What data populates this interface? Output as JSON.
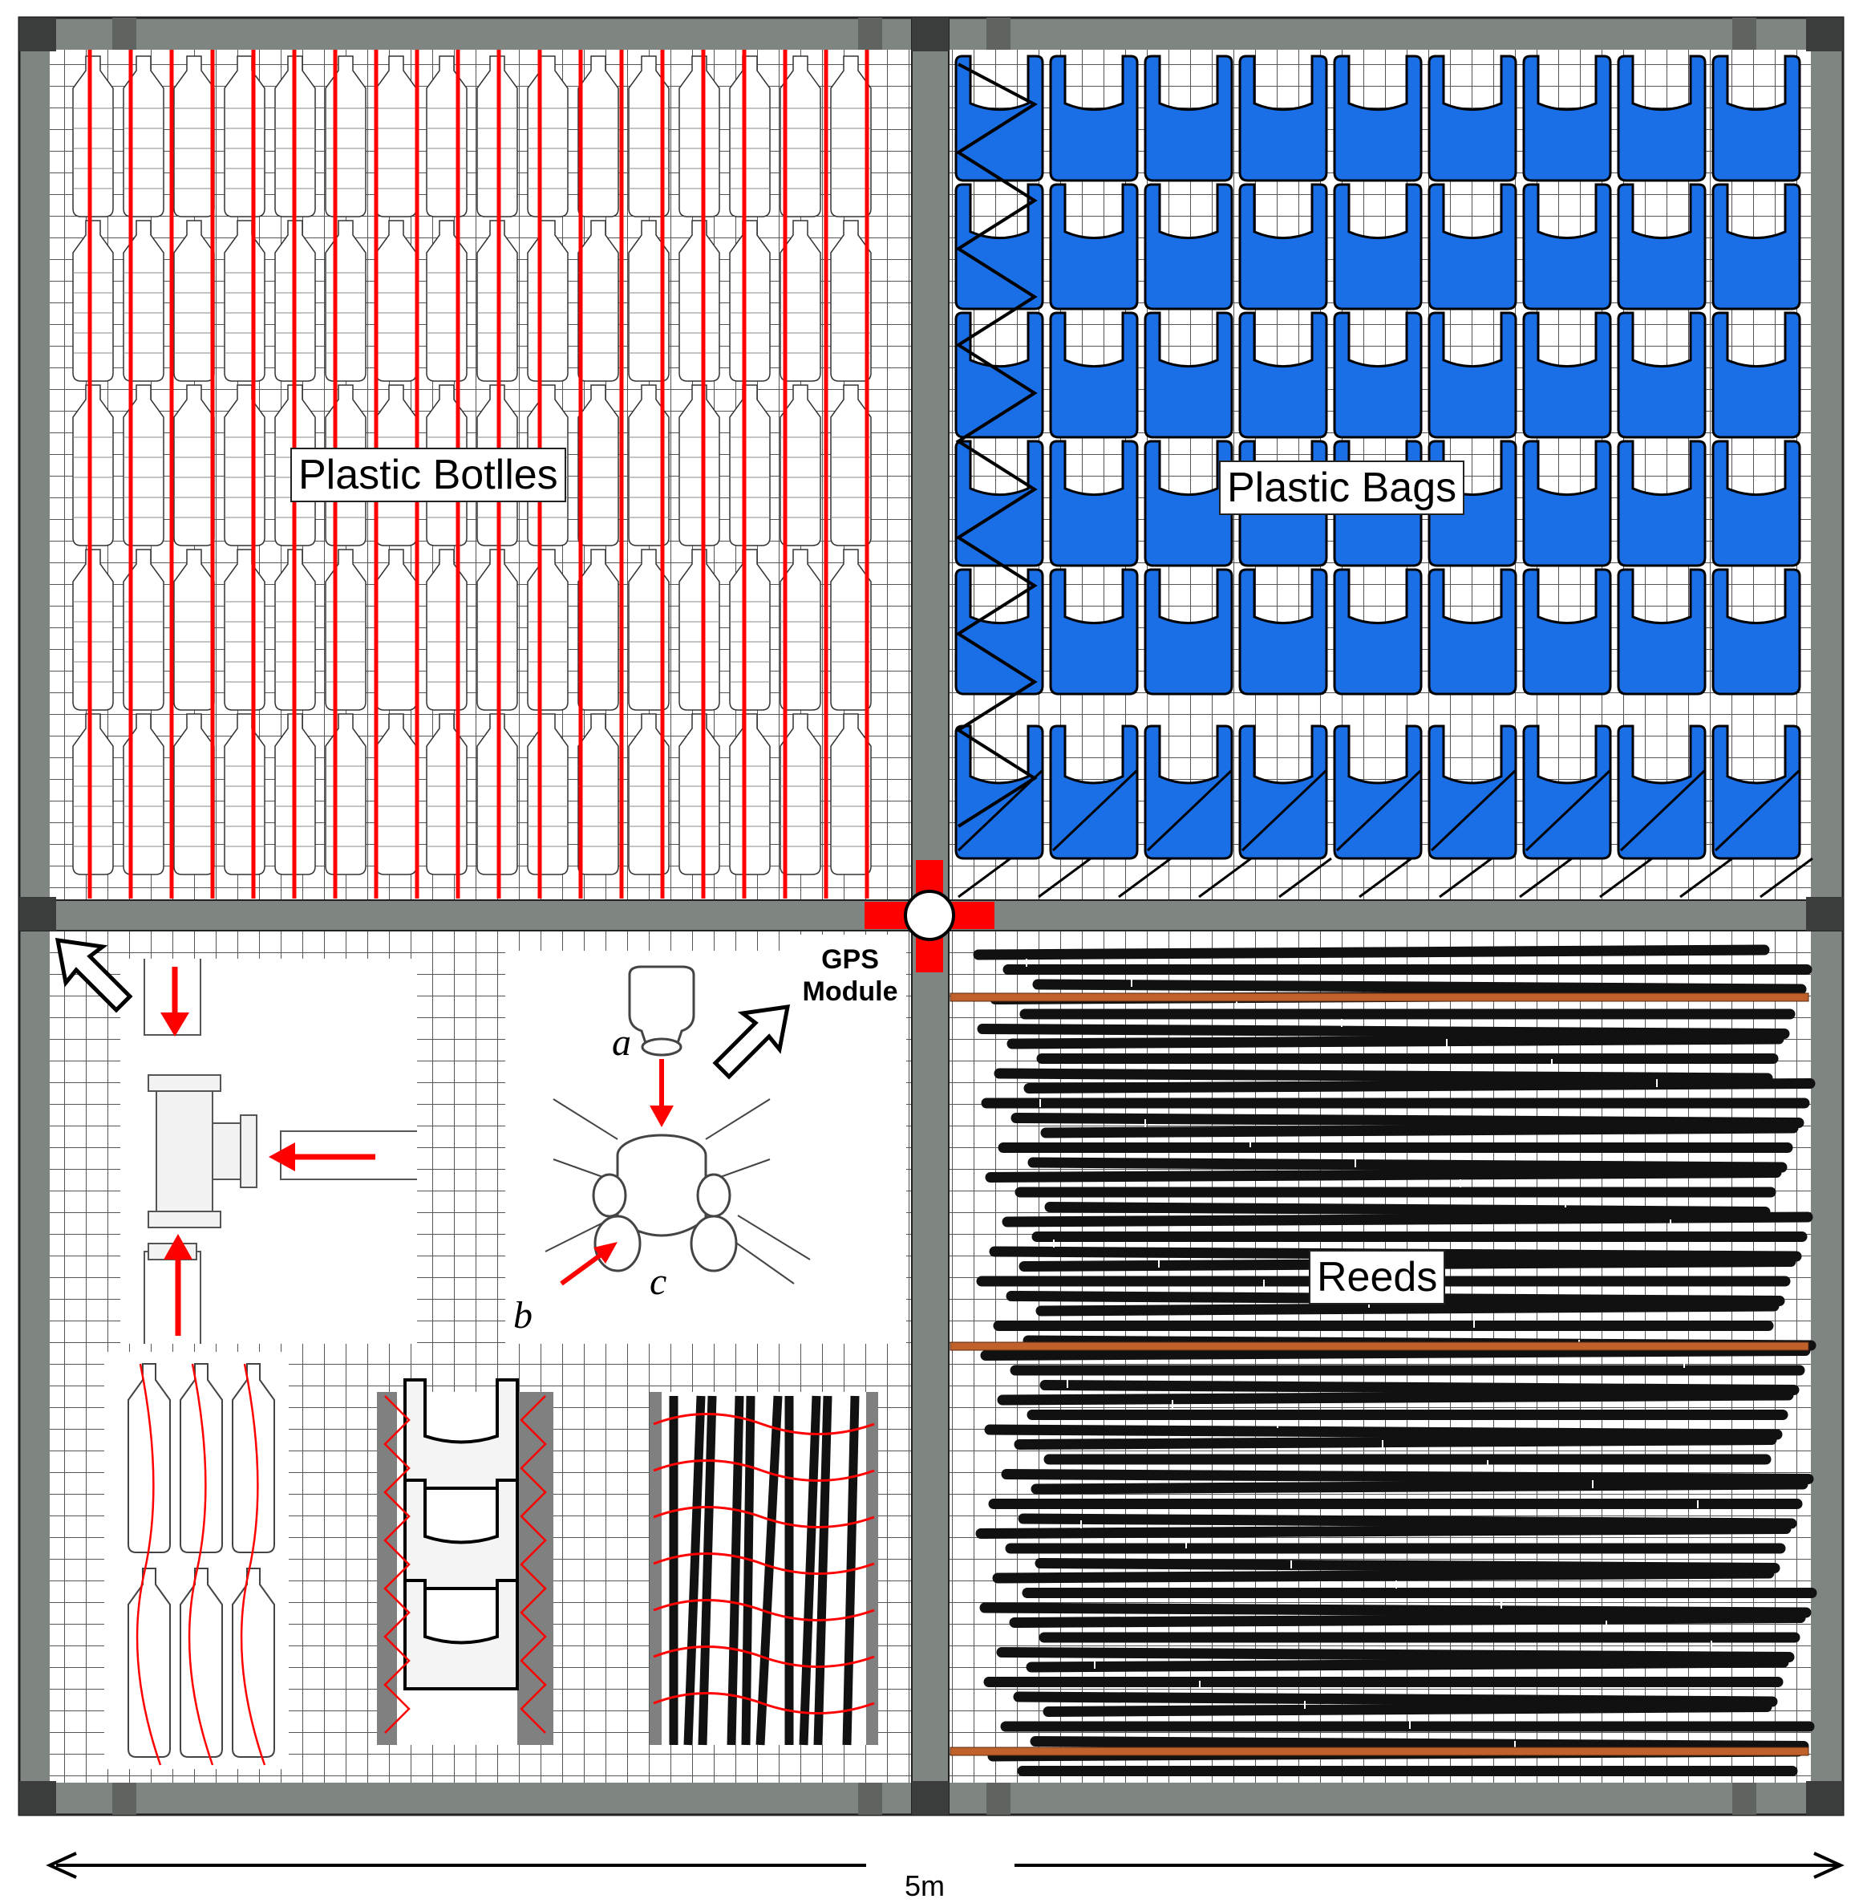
{
  "labels": {
    "plastic_bottles": "Plastic Botlles",
    "plastic_bags": "Plastic Bags",
    "reeds": "Reeds",
    "gps_line1": "GPS",
    "gps_line2": "Module",
    "dimension": "5m",
    "detail_a": "a",
    "detail_b": "b",
    "detail_c": "c"
  },
  "colors": {
    "frame_light": "#7f8581",
    "frame_dark": "#3a3d3b",
    "tie_red": "#ff0000",
    "bag_blue": "#1a6fe6",
    "reed_black": "#111111",
    "reed_tie": "#c0612b",
    "grid": "#555555"
  },
  "icons": [
    "arrow-up-left-icon",
    "arrow-up-right-icon",
    "red-arrow-icon",
    "gps-module-icon",
    "t-junction-icon",
    "cross-connector-icon"
  ]
}
